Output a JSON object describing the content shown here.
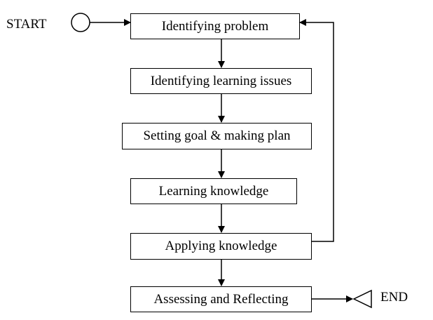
{
  "start_label": "START",
  "end_label": "END",
  "steps": [
    "Identifying problem",
    "Identifying learning issues",
    "Setting goal & making plan",
    "Learning knowledge",
    "Applying knowledge",
    "Assessing and Reflecting"
  ],
  "colors": {
    "line": "#000000",
    "background": "#ffffff"
  }
}
